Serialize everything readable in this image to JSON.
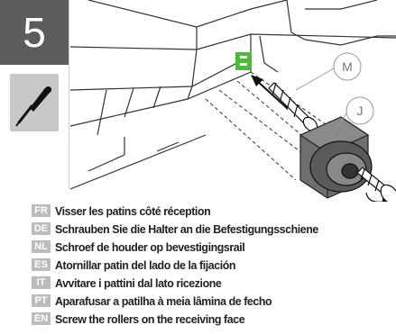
{
  "step": {
    "number": "5"
  },
  "tool": {
    "icon": "screwdriver-icon"
  },
  "callouts": {
    "m": "M",
    "j": "J"
  },
  "colors": {
    "step_bg": "#5c5c5c",
    "tool_bg": "#c8c8c8",
    "tag_bg": "#bcbcbc",
    "accent_green": "#4cbb3a"
  },
  "instructions": [
    {
      "lang": "FR",
      "text": "Visser les patins côté réception"
    },
    {
      "lang": "DE",
      "text": "Schrauben Sie die Halter an die Befestigungsschiene"
    },
    {
      "lang": "NL",
      "text": "Schroef de houder op bevestigingsrail"
    },
    {
      "lang": "ES",
      "text": "Atornillar patin del lado de la fijación"
    },
    {
      "lang": "IT",
      "text": "Avvitare i pattini dal lato ricezione"
    },
    {
      "lang": "PT",
      "text": "Aparafusar a patilha à meia lâmina de fecho"
    },
    {
      "lang": "EN",
      "text": "Screw the rollers on the receiving face"
    }
  ]
}
